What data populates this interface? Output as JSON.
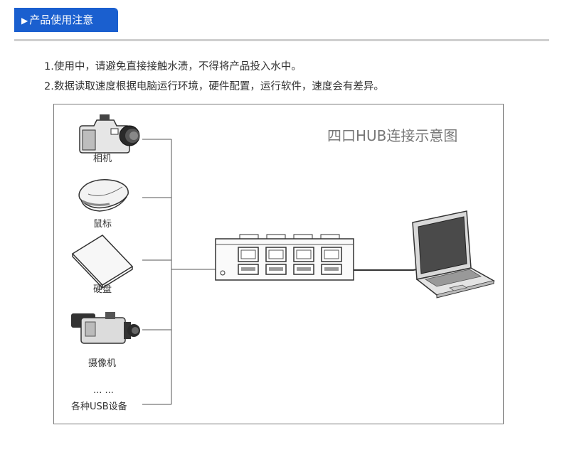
{
  "header": {
    "arrow_glyph": "▶",
    "tab_label": "产品使用注意"
  },
  "notes": [
    "1.使用中，请避免直接接触水渍，不得将产品投入水中。",
    "2.数据读取速度根据电脑运行环境，硬件配置，运行软件，速度会有差异。"
  ],
  "diagram": {
    "title": "四口HUB连接示意图",
    "devices": [
      {
        "label": "相机",
        "icon": "camera-icon"
      },
      {
        "label": "鼠标",
        "icon": "mouse-icon"
      },
      {
        "label": "硬盘",
        "icon": "hard-drive-icon"
      },
      {
        "label": "摄像机",
        "icon": "camcorder-icon"
      }
    ],
    "ellipsis": "... ...",
    "others_label": "各种USB设备",
    "hub_icon": "usb-hub-icon",
    "laptop_icon": "laptop-icon"
  },
  "colors": {
    "tab_blue": "#1a5fcf",
    "rule_gray": "#cfcfcf",
    "text": "#333333"
  }
}
